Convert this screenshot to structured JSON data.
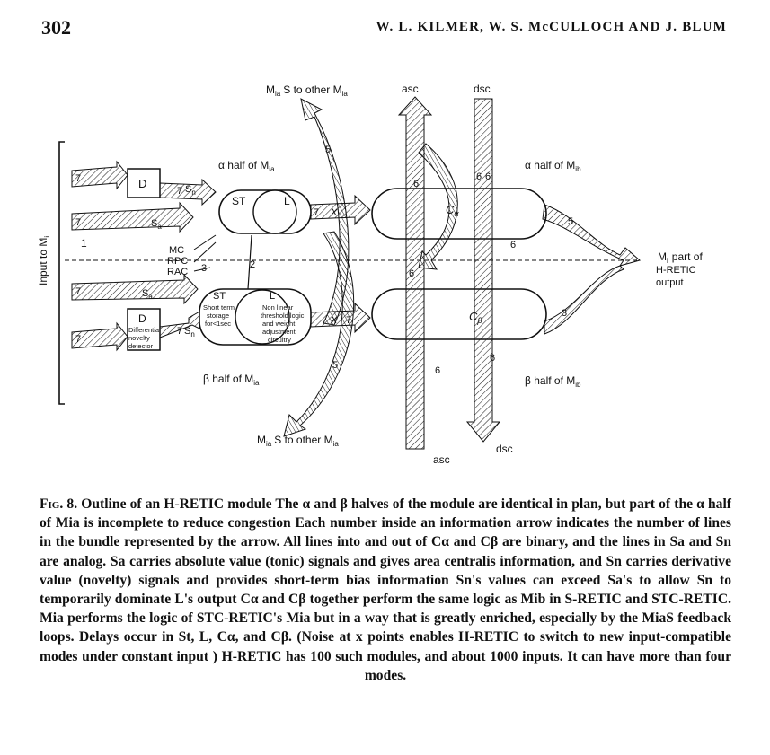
{
  "header": {
    "page_number": "302",
    "authors": "W. L. KILMER, W. S. McCULLOCH AND J. BLUM"
  },
  "figure": {
    "labels": {
      "top_other": "M",
      "top_other_sub": "ia",
      "top_other_rest": "S to other M",
      "top_other_sub2": "ia",
      "asc_top": "asc",
      "dsc_top": "dsc",
      "alpha_half_ia": "α half of M",
      "alpha_half_ia_sub": "ia",
      "alpha_half_ib": "α half of M",
      "alpha_half_ib_sub": "ib",
      "beta_half_ia": "β half of M",
      "beta_half_ia_sub": "ia",
      "beta_half_ib": "β half of M",
      "beta_half_ib_sub": "ib",
      "bottom_other": "M",
      "bottom_other_sub": "ia",
      "bottom_other_rest": "S to other M",
      "bottom_other_sub2": "ia",
      "asc_bottom": "asc",
      "dsc_bottom": "dsc",
      "input": "Input to M",
      "input_sub": "i",
      "output_line1": "M",
      "output_line1_sub": "i",
      "output_line1_rest": "part of",
      "output_line2": "H-RETIC",
      "output_line3": "output",
      "D_top": "D",
      "D_bottom": "D",
      "diff_line1": "Differential",
      "diff_line2": "novelty",
      "diff_line3": "detector",
      "ST_top": "ST",
      "L_top": "L",
      "ST_bottom": "ST",
      "L_bottom": "L",
      "st_desc1": "Short term",
      "st_desc2": "storage",
      "st_desc3": "for<1sec",
      "l_desc1": "Non linear",
      "l_desc2": "threshold logic",
      "l_desc3": "and weight",
      "l_desc4": "adjustment",
      "l_desc5": "circuitry",
      "MC": "MC",
      "RPC": "RPC",
      "RAC": "RAC",
      "C_alpha": "C",
      "C_alpha_sub": "α",
      "C_beta": "C",
      "C_beta_sub": "β",
      "S_a": "S",
      "S_a_sub": "a",
      "S_n": "S",
      "S_n_sub": "n",
      "n7": "7",
      "n6": "6",
      "n5": "5",
      "n3": "3",
      "n2": "2",
      "n1": "1",
      "x": "X"
    }
  },
  "caption": {
    "fig_label": "Fig. 8.",
    "text": "Outline of an H-RETIC module The α and β halves of the module are identical in plan, but part of the α half of Mia is incomplete to reduce congestion Each number inside an information arrow indicates the number of lines in the bundle represented by the arrow. All lines into and out of Cα and Cβ are binary, and the lines in Sa and Sn are analog. Sa carries absolute value (tonic) signals and gives area centralis information, and Sn carries derivative value (novelty) signals and provides short-term bias information Sn's values can exceed Sa's to allow Sn to temporarily dominate L's output Cα and Cβ together perform the same logic as Mib in S-RETIC and STC-RETIC. Mia performs the logic of STC-RETIC's Mia but in a way that is greatly enriched, especially by the MiaS feedback loops. Delays occur in St, L, Cα, and Cβ. (Noise at x points enables H-RETIC to switch to new input-compatible modes under constant input ) H-RETIC has 100 such modules, and about 1000 inputs. It can have more than four modes."
  }
}
